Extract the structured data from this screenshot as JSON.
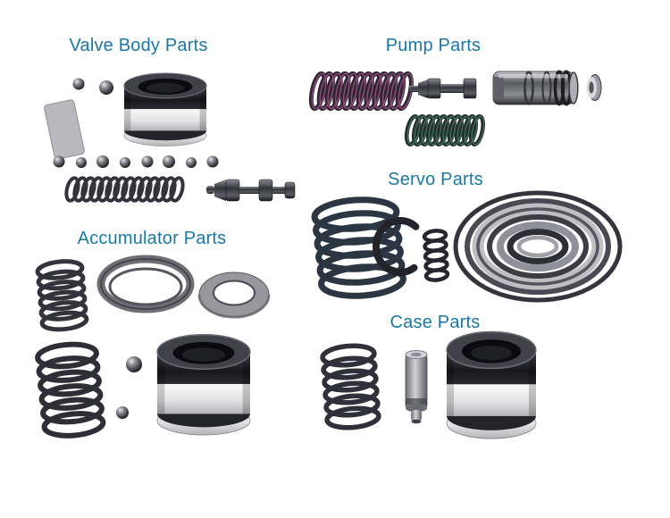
{
  "theme": {
    "background": "#ffffff",
    "title_color": "#1a78a6"
  },
  "sections": {
    "valve_body": {
      "label": "Valve Body Parts"
    },
    "pump": {
      "label": "Pump Parts"
    },
    "servo": {
      "label": "Servo Parts"
    },
    "accumulator": {
      "label": "Accumulator Parts"
    },
    "case": {
      "label": "Case Parts"
    }
  }
}
